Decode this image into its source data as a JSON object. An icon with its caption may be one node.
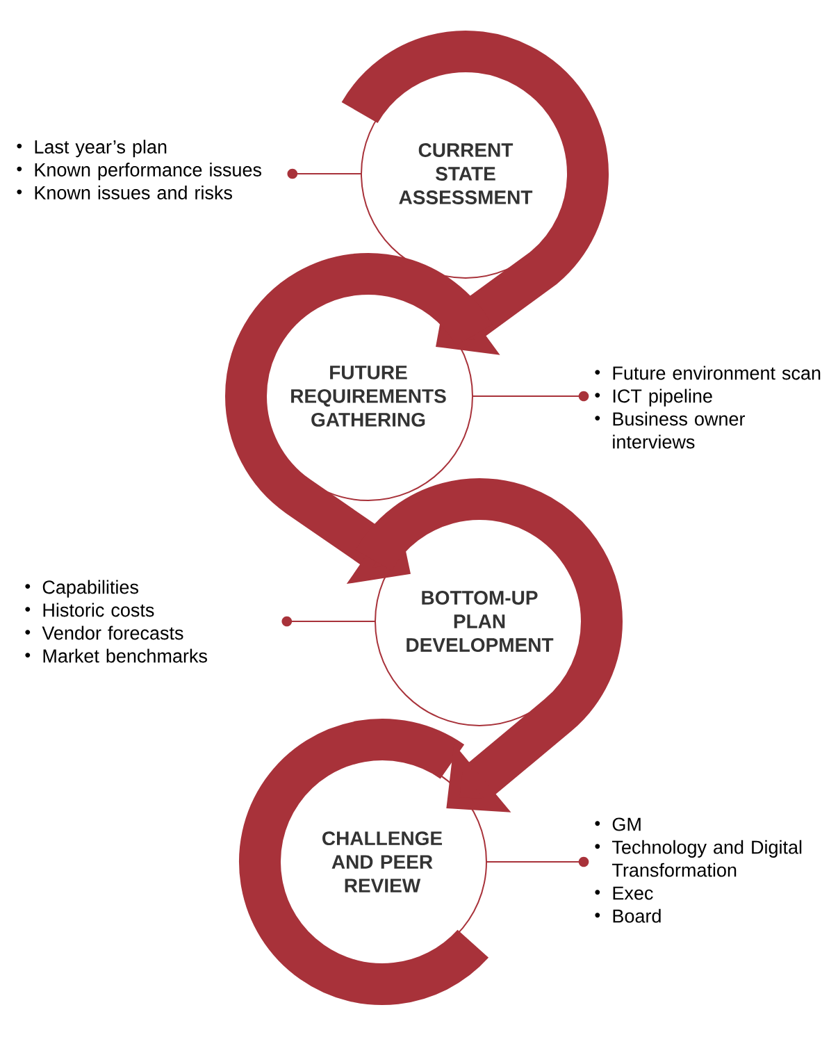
{
  "diagram": {
    "nodes": [
      {
        "text": [
          "CURRENT STATE ASSESSMENT"
        ]
      },
      {
        "text": [
          "Last year’s plan",
          "Known performance issues",
          "Known issues and risks"
        ]
      },
      {
        "text": [
          "FUTURE REQUIREMENTS GATHERING"
        ]
      },
      {
        "text": [
          "Future environment scan",
          "ICT pipeline",
          "Business owner interviews"
        ]
      },
      {
        "text": [
          "BOTTOM-UP PLAN DEVELOPMENT"
        ]
      },
      {
        "text": [
          "Capabilities",
          "Historic costs",
          "Vendor forecasts",
          "Market benchmarks"
        ]
      },
      {
        "text": [
          "CHALLENGE AND PEER REVIEW"
        ]
      },
      {
        "text": [
          "GM",
          "Technology and Digital Transformation",
          "Exec",
          "Board"
        ]
      }
    ],
    "edges": [
      {
        "from": 0,
        "to": 2,
        "arrow": "to",
        "style": "thick"
      },
      {
        "from": 2,
        "to": 4,
        "arrow": "to",
        "style": "thick"
      },
      {
        "from": 4,
        "to": 6,
        "arrow": "to",
        "style": "thick"
      },
      {
        "from": 1,
        "to": 0,
        "arrow": "other"
      },
      {
        "from": 3,
        "to": 2,
        "arrow": "other"
      },
      {
        "from": 5,
        "to": 4,
        "arrow": "other"
      },
      {
        "from": 7,
        "to": 6,
        "arrow": "other"
      }
    ]
  }
}
